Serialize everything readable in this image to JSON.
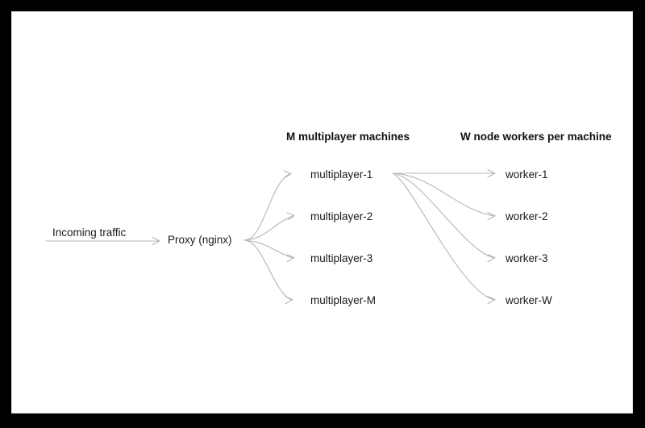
{
  "canvas": {
    "background_color": "#000000",
    "card_background_color": "#ffffff",
    "card_border_color": "#e2e2e2"
  },
  "diagram": {
    "type": "architecture-flow",
    "edge_color": "#b5b5b5",
    "text_color": "#1a1a1a",
    "headers": [
      {
        "id": "multiplayer",
        "label": "M multiplayer machines"
      },
      {
        "id": "workers",
        "label": "W node workers per machine"
      }
    ],
    "entry": {
      "edge_label": "Incoming traffic",
      "proxy_label": "Proxy (nginx)"
    },
    "multiplayer_machines": [
      {
        "label": "multiplayer-1"
      },
      {
        "label": "multiplayer-2"
      },
      {
        "label": "multiplayer-3"
      },
      {
        "label": "multiplayer-M"
      }
    ],
    "node_workers": [
      {
        "label": "worker-1"
      },
      {
        "label": "worker-2"
      },
      {
        "label": "worker-3"
      },
      {
        "label": "worker-W"
      }
    ]
  }
}
